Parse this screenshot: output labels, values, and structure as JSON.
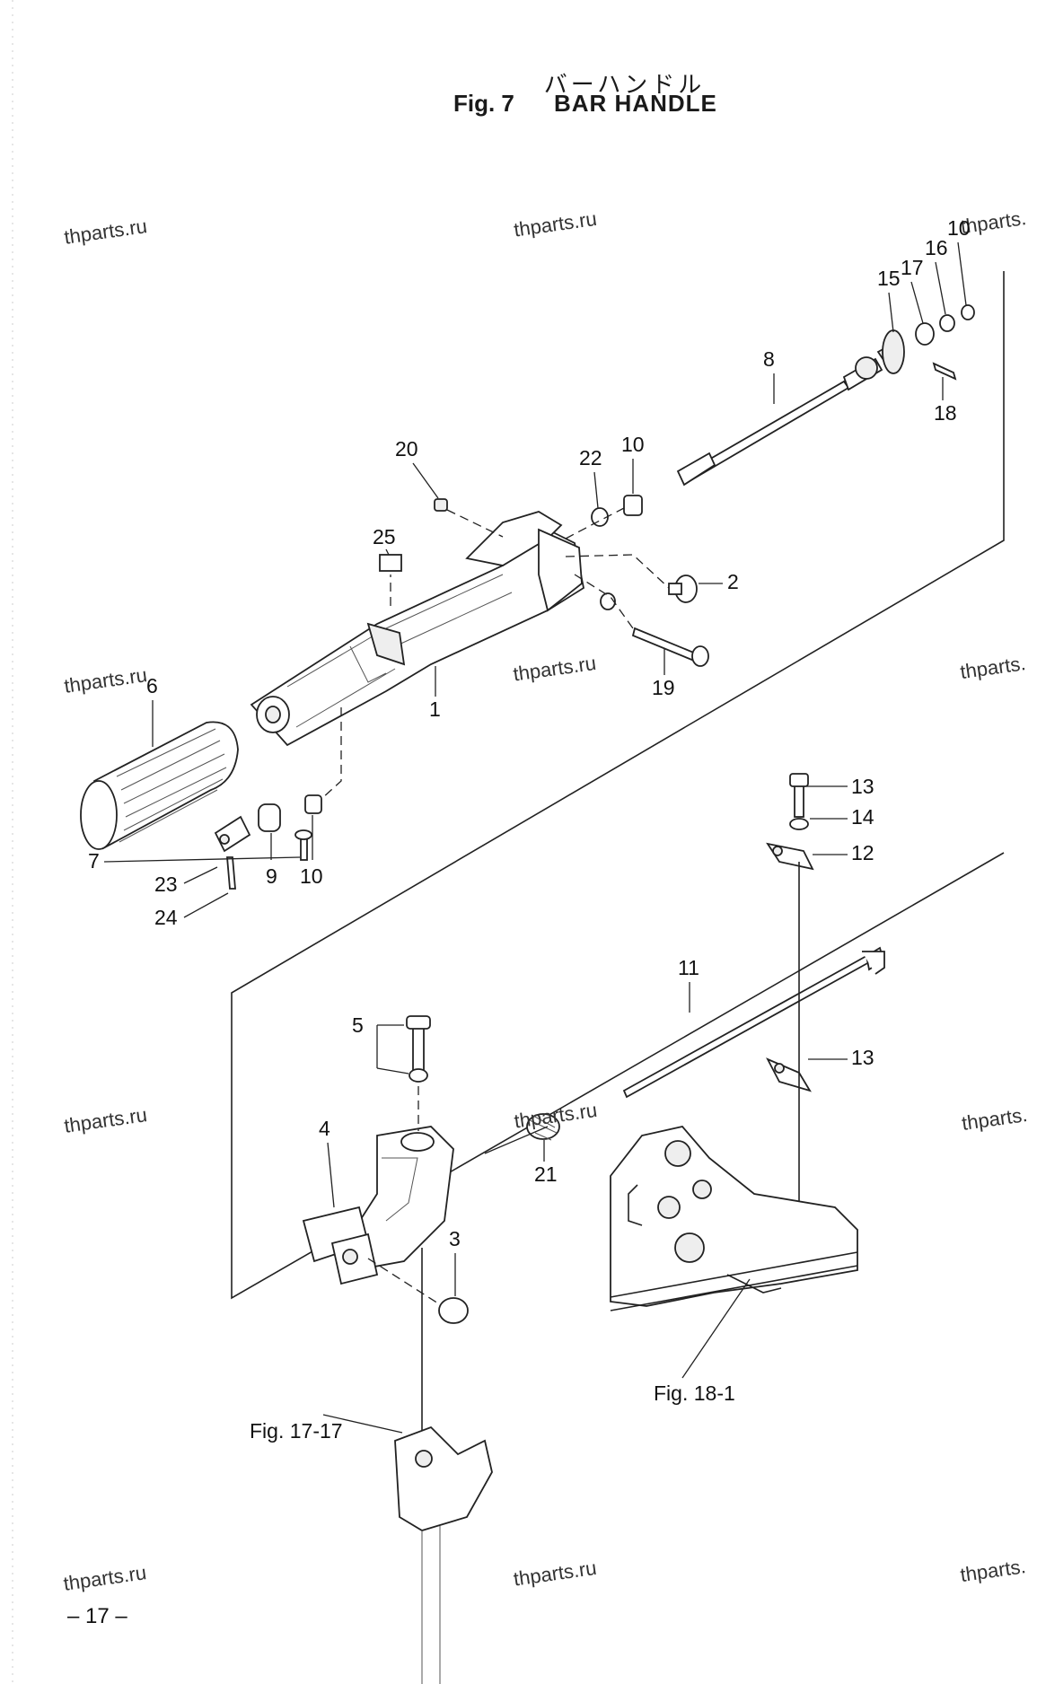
{
  "header": {
    "title_jp": "バーハンドル",
    "figure_number": "Fig. 7",
    "title_en": "BAR HANDLE"
  },
  "watermark": "thparts.ru",
  "watermark_partial": "thparts.",
  "part_labels": {
    "p1": "1",
    "p2": "2",
    "p3": "3",
    "p4": "4",
    "p5": "5",
    "p6": "6",
    "p7": "7",
    "p8": "8",
    "p9": "9",
    "p10a": "10",
    "p10b": "10",
    "p10c": "10",
    "p11": "11",
    "p12": "12",
    "p13a": "13",
    "p13b": "13",
    "p14": "14",
    "p15": "15",
    "p16": "16",
    "p17": "17",
    "p18": "18",
    "p19": "19",
    "p20": "20",
    "p21": "21",
    "p22": "22",
    "p23": "23",
    "p24": "24",
    "p25": "25"
  },
  "references": {
    "fig_18_1": "Fig. 18-1",
    "fig_17_17": "Fig. 17-17"
  },
  "page_number": "– 17 –"
}
